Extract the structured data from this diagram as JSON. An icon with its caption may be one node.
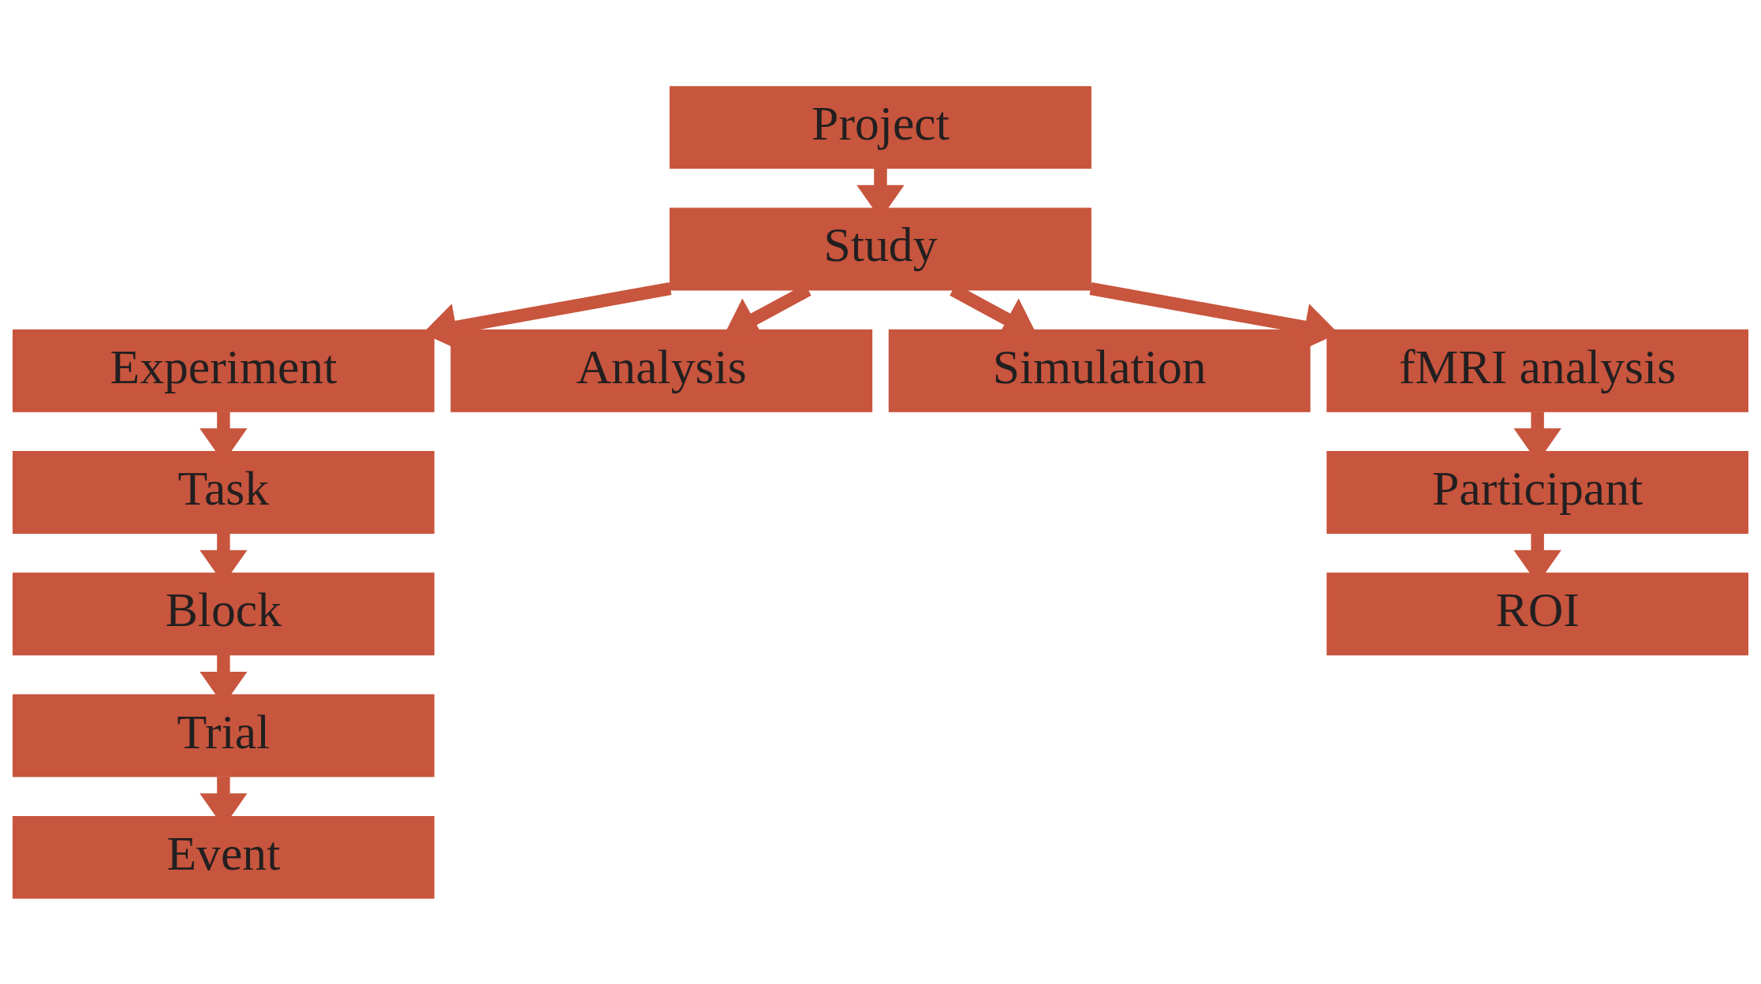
{
  "diagram": {
    "nodes": [
      {
        "text": [
          "Project"
        ]
      },
      {
        "text": [
          "Study"
        ]
      },
      {
        "text": [
          "Experiment"
        ]
      },
      {
        "text": [
          "Analysis"
        ]
      },
      {
        "text": [
          "Simulation"
        ]
      },
      {
        "text": [
          "fMRI analysis"
        ]
      },
      {
        "text": [
          "Task"
        ]
      },
      {
        "text": [
          "Participant"
        ]
      },
      {
        "text": [
          "Block"
        ]
      },
      {
        "text": [
          "ROI"
        ]
      },
      {
        "text": [
          "Trial"
        ]
      },
      {
        "text": [
          "Event"
        ]
      }
    ],
    "edges": [
      {
        "from": 0,
        "to": 1,
        "arrow": "to"
      },
      {
        "from": 1,
        "to": 2,
        "arrow": "to"
      },
      {
        "from": 1,
        "to": 3,
        "arrow": "to"
      },
      {
        "from": 1,
        "to": 4,
        "arrow": "to"
      },
      {
        "from": 1,
        "to": 5,
        "arrow": "to"
      },
      {
        "from": 2,
        "to": 6,
        "arrow": "to"
      },
      {
        "from": 6,
        "to": 8,
        "arrow": "to"
      },
      {
        "from": 8,
        "to": 10,
        "arrow": "to"
      },
      {
        "from": 10,
        "to": 11,
        "arrow": "to"
      },
      {
        "from": 5,
        "to": 7,
        "arrow": "to"
      },
      {
        "from": 7,
        "to": 9,
        "arrow": "to"
      }
    ]
  }
}
